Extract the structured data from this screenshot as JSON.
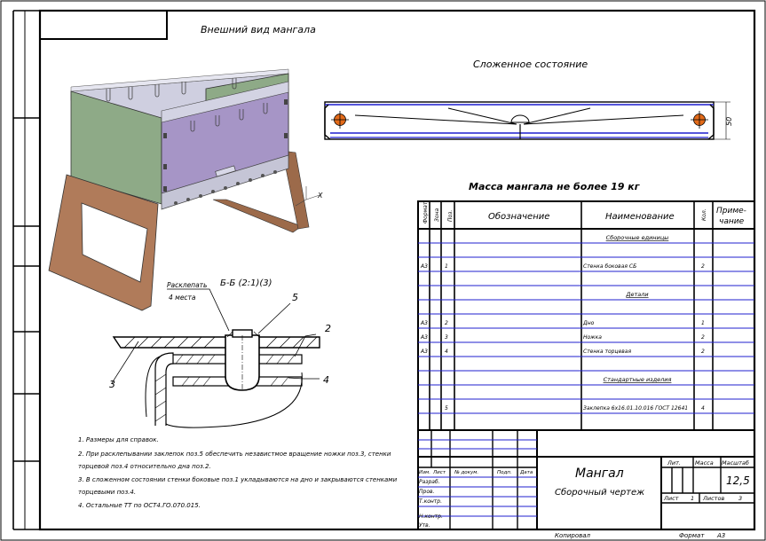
{
  "views": {
    "exterior_title": "Внешний вид мангала",
    "folded_title": "Сложенное состояние",
    "dim_50": "50",
    "axis_x": "X"
  },
  "mass_note": "Масса мангала не более 19 кг",
  "section": {
    "title": "Б-Б (2:1)(3)",
    "rivet_label_1": "Расклепать",
    "rivet_label_2": "4 места",
    "callouts": [
      "5",
      "2",
      "3",
      "4"
    ]
  },
  "notes": [
    "1.  Размеры для справок.",
    "2.  При расклепывании заклепок поз.5 обеспечить независтмое вращение ножки поз.3, стенки",
    "торцевой поз.4 относительно дна поз.2.",
    "3.  В сложенном состоянии стенки боковые поз.1 укладываются на дно и закрываются стенками",
    "торцевыми поз.4.",
    "4.  Остальные ТТ по ОСТ4.ГО.070.015."
  ],
  "spec": {
    "headers": {
      "format": "Формат",
      "zone": "Зона",
      "pos": "Поз.",
      "designation": "Обозначение",
      "name": "Наименование",
      "qty": "Кол.",
      "note_1": "Приме-",
      "note_2": "чание"
    },
    "rows": [
      {
        "format": "",
        "pos": "",
        "name": "Сборочные единицы",
        "qty": "",
        "section": true
      },
      {
        "format": "А3",
        "pos": "1",
        "name": "Стенка боковая СБ",
        "qty": "2"
      },
      {
        "format": "",
        "pos": "",
        "name": "Детали",
        "qty": "",
        "section": true
      },
      {
        "format": "А3",
        "pos": "2",
        "name": "Дно",
        "qty": "1"
      },
      {
        "format": "А3",
        "pos": "3",
        "name": "Ножка",
        "qty": "2"
      },
      {
        "format": "А3",
        "pos": "4",
        "name": "Стенка торцевая",
        "qty": "2"
      },
      {
        "format": "",
        "pos": "",
        "name": "Стандартные изделия",
        "qty": "",
        "section": true
      },
      {
        "format": "",
        "pos": "5",
        "name": "Заклепка 6х16.01.10.016 ГОСТ 12641",
        "qty": "4"
      }
    ]
  },
  "title_block": {
    "name": "Мангал",
    "doc_type": "Сборочный чертеж",
    "col_izm": "Изм.",
    "col_list": "Лист",
    "col_doc": "№ докум.",
    "col_sign": "Подп.",
    "col_date": "Дата",
    "role_develop": "Разраб.",
    "role_check": "Пров.",
    "role_tcontrol": "Т.контр.",
    "role_ncontrol": "Н.контр.",
    "role_approve": "Утв.",
    "lit_label": "Лит.",
    "mass_label": "Масса",
    "scale_label": "Масштаб",
    "scale_value": "12,5",
    "sheet_label": "Лист",
    "sheet_value": "1",
    "sheets_label": "Листов",
    "sheets_value": "3",
    "copied": "Копировал",
    "format_label": "Формат",
    "format_value": "А3"
  },
  "colors": {
    "green_wall": "#8eaa87",
    "violet_wall": "#a695c6",
    "brown_leg": "#b07b5a",
    "grey_metal": "#c8c8d8",
    "blue_line": "#1f1fcf",
    "marker": "#e36b1a"
  }
}
